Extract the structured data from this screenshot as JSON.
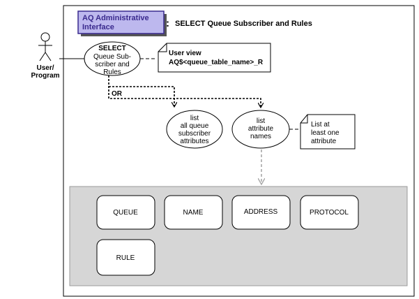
{
  "header": {
    "badge_line1": "AQ Administrative",
    "badge_line2": "Interface",
    "separator": ":",
    "title": "SELECT Queue Subscriber and Rules"
  },
  "actor": {
    "line1": "User/",
    "line2": "Program"
  },
  "select_node": {
    "line1": "SELECT",
    "line2": "Queue Sub-",
    "line3": "scriber and",
    "line4": "Rules"
  },
  "note_user_view": {
    "line1": "User view",
    "line2": "AQ$<queue_table_name>_R"
  },
  "or_label": "OR",
  "list_all_node": {
    "line1": "list",
    "line2": "all queue",
    "line3": "subscriber",
    "line4": "attributes"
  },
  "list_attr_node": {
    "line1": "list",
    "line2": "attribute",
    "line3": "names"
  },
  "note_list": {
    "line1": "List at",
    "line2": "least one",
    "line3": "attribute"
  },
  "attributes": [
    "QUEUE",
    "NAME",
    "ADDRESS",
    "PROTOCOL",
    "RULE"
  ],
  "colors": {
    "badge_fill": "#bdb8ee",
    "badge_text": "#3a2a8e",
    "panel_fill": "#d6d6d6",
    "gray_arrow": "#a8a8a8"
  }
}
